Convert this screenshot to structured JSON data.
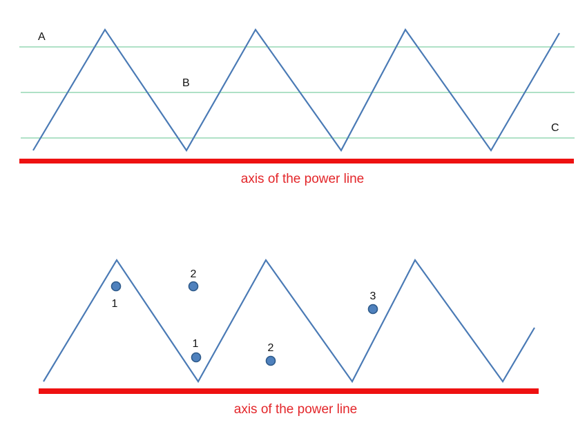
{
  "colors": {
    "conductor": "#4a7ab5",
    "guide_lines": "#7fcfa5",
    "axis": "#ee1111",
    "axis_caption": "#e3262a",
    "points": "#4f81bd"
  },
  "top_panel": {
    "labels": {
      "a": "A",
      "b": "B",
      "c": "C"
    },
    "axis_caption": "axis of the power line"
  },
  "bottom_panel": {
    "points": [
      {
        "label": "1"
      },
      {
        "label": "2"
      },
      {
        "label": "1"
      },
      {
        "label": "2"
      },
      {
        "label": "3"
      }
    ],
    "axis_caption": "axis of the power line"
  }
}
